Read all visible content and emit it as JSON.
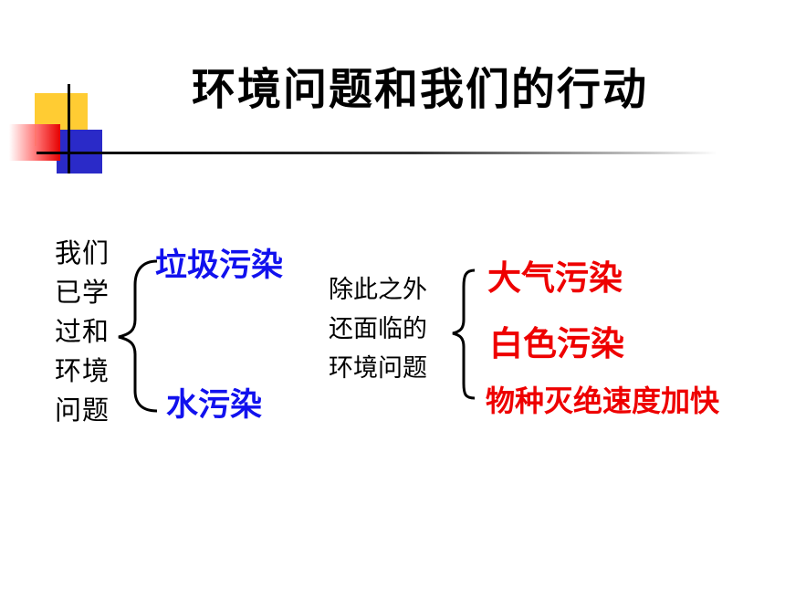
{
  "title": "环境问题和我们的行动",
  "left_group": {
    "label": "我们\n已学\n过和\n环境\n问题",
    "items": [
      "垃圾污染",
      "水污染"
    ]
  },
  "right_group": {
    "label": "除此之外\n还面临的\n环境问题",
    "items": [
      "大气污染",
      "白色污染",
      "物种灭绝速度加快"
    ]
  },
  "colors": {
    "blue_text": "#1111ee",
    "red_text": "#ee0000",
    "deco_yellow": "#ffcc33",
    "deco_blue": "#2a2ac8",
    "deco_red": "#e60000"
  }
}
